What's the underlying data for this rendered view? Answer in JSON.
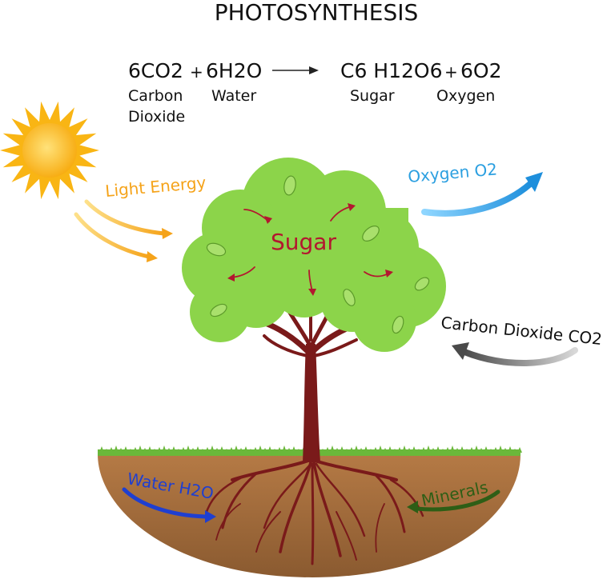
{
  "title": "PHOTOSYNTHESIS",
  "equation": {
    "reactant_1": "6CO2",
    "plus_1": "+",
    "reactant_2": "6H2O",
    "product_1": "C6 H12O6",
    "plus_2": "+",
    "product_2": "6O2",
    "label_reactant_1_line1": "Carbon",
    "label_reactant_1_line2": "Dioxide",
    "label_reactant_2": "Water",
    "label_product_1": "Sugar",
    "label_product_2": "Oxygen"
  },
  "labels": {
    "light_energy": "Light Energy",
    "oxygen": "Oxygen O2",
    "carbon_dioxide": "Carbon Dioxide CO2",
    "sugar": "Sugar",
    "water": "Water H2O",
    "minerals": "Minerals"
  },
  "colors": {
    "light_energy": "#f5a31a",
    "oxygen": "#2b9fe0",
    "carbon_dioxide": "#555555",
    "sugar": "#b3172f",
    "water": "#1f3fd0",
    "minerals": "#2e5e16",
    "foliage": "#8cd44a",
    "trunk": "#7a1a1a",
    "soil": "#a0683a",
    "grass": "#6ab83a",
    "sun": "#f9b514"
  }
}
